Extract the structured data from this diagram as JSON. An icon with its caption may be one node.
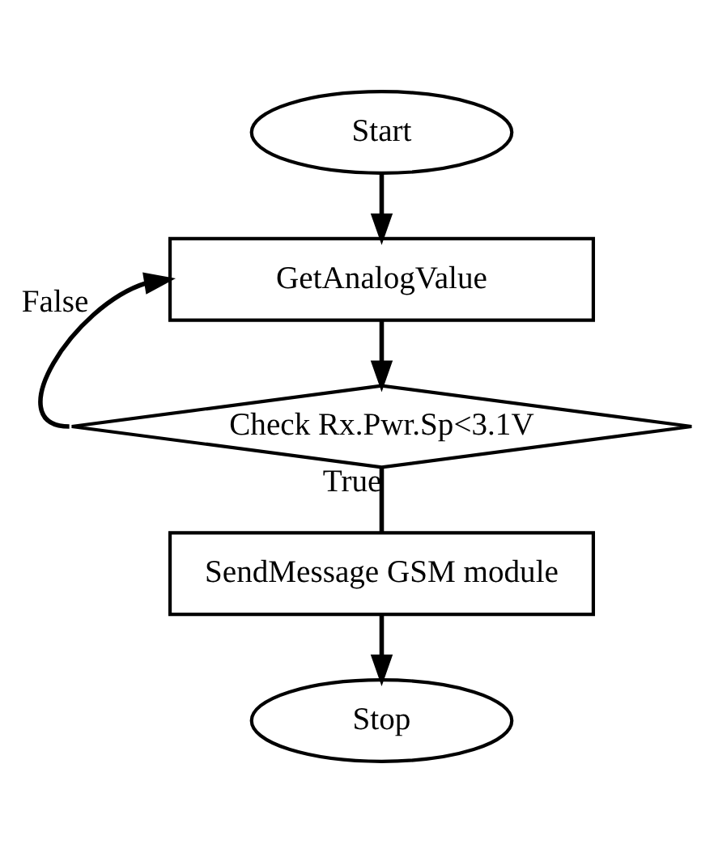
{
  "diagram": {
    "nodes": [
      {
        "text": [
          "Start"
        ]
      },
      {
        "text": [
          "GetAnalogValue"
        ]
      },
      {
        "text": [
          "Check Rx.Pwr.Sp<3.1V"
        ]
      },
      {
        "text": [
          "SendMessage GSM module"
        ]
      },
      {
        "text": [
          "Stop"
        ]
      }
    ],
    "edges": [
      {
        "from": 0,
        "to": 1,
        "arrow": "to"
      },
      {
        "from": 1,
        "to": 2,
        "arrow": "to"
      },
      {
        "from": 2,
        "to": 1,
        "arrow": "to",
        "label": "False"
      },
      {
        "from": 2,
        "to": 3,
        "arrow": "none",
        "label": "True"
      },
      {
        "from": 3,
        "to": 4,
        "arrow": "to"
      }
    ]
  }
}
